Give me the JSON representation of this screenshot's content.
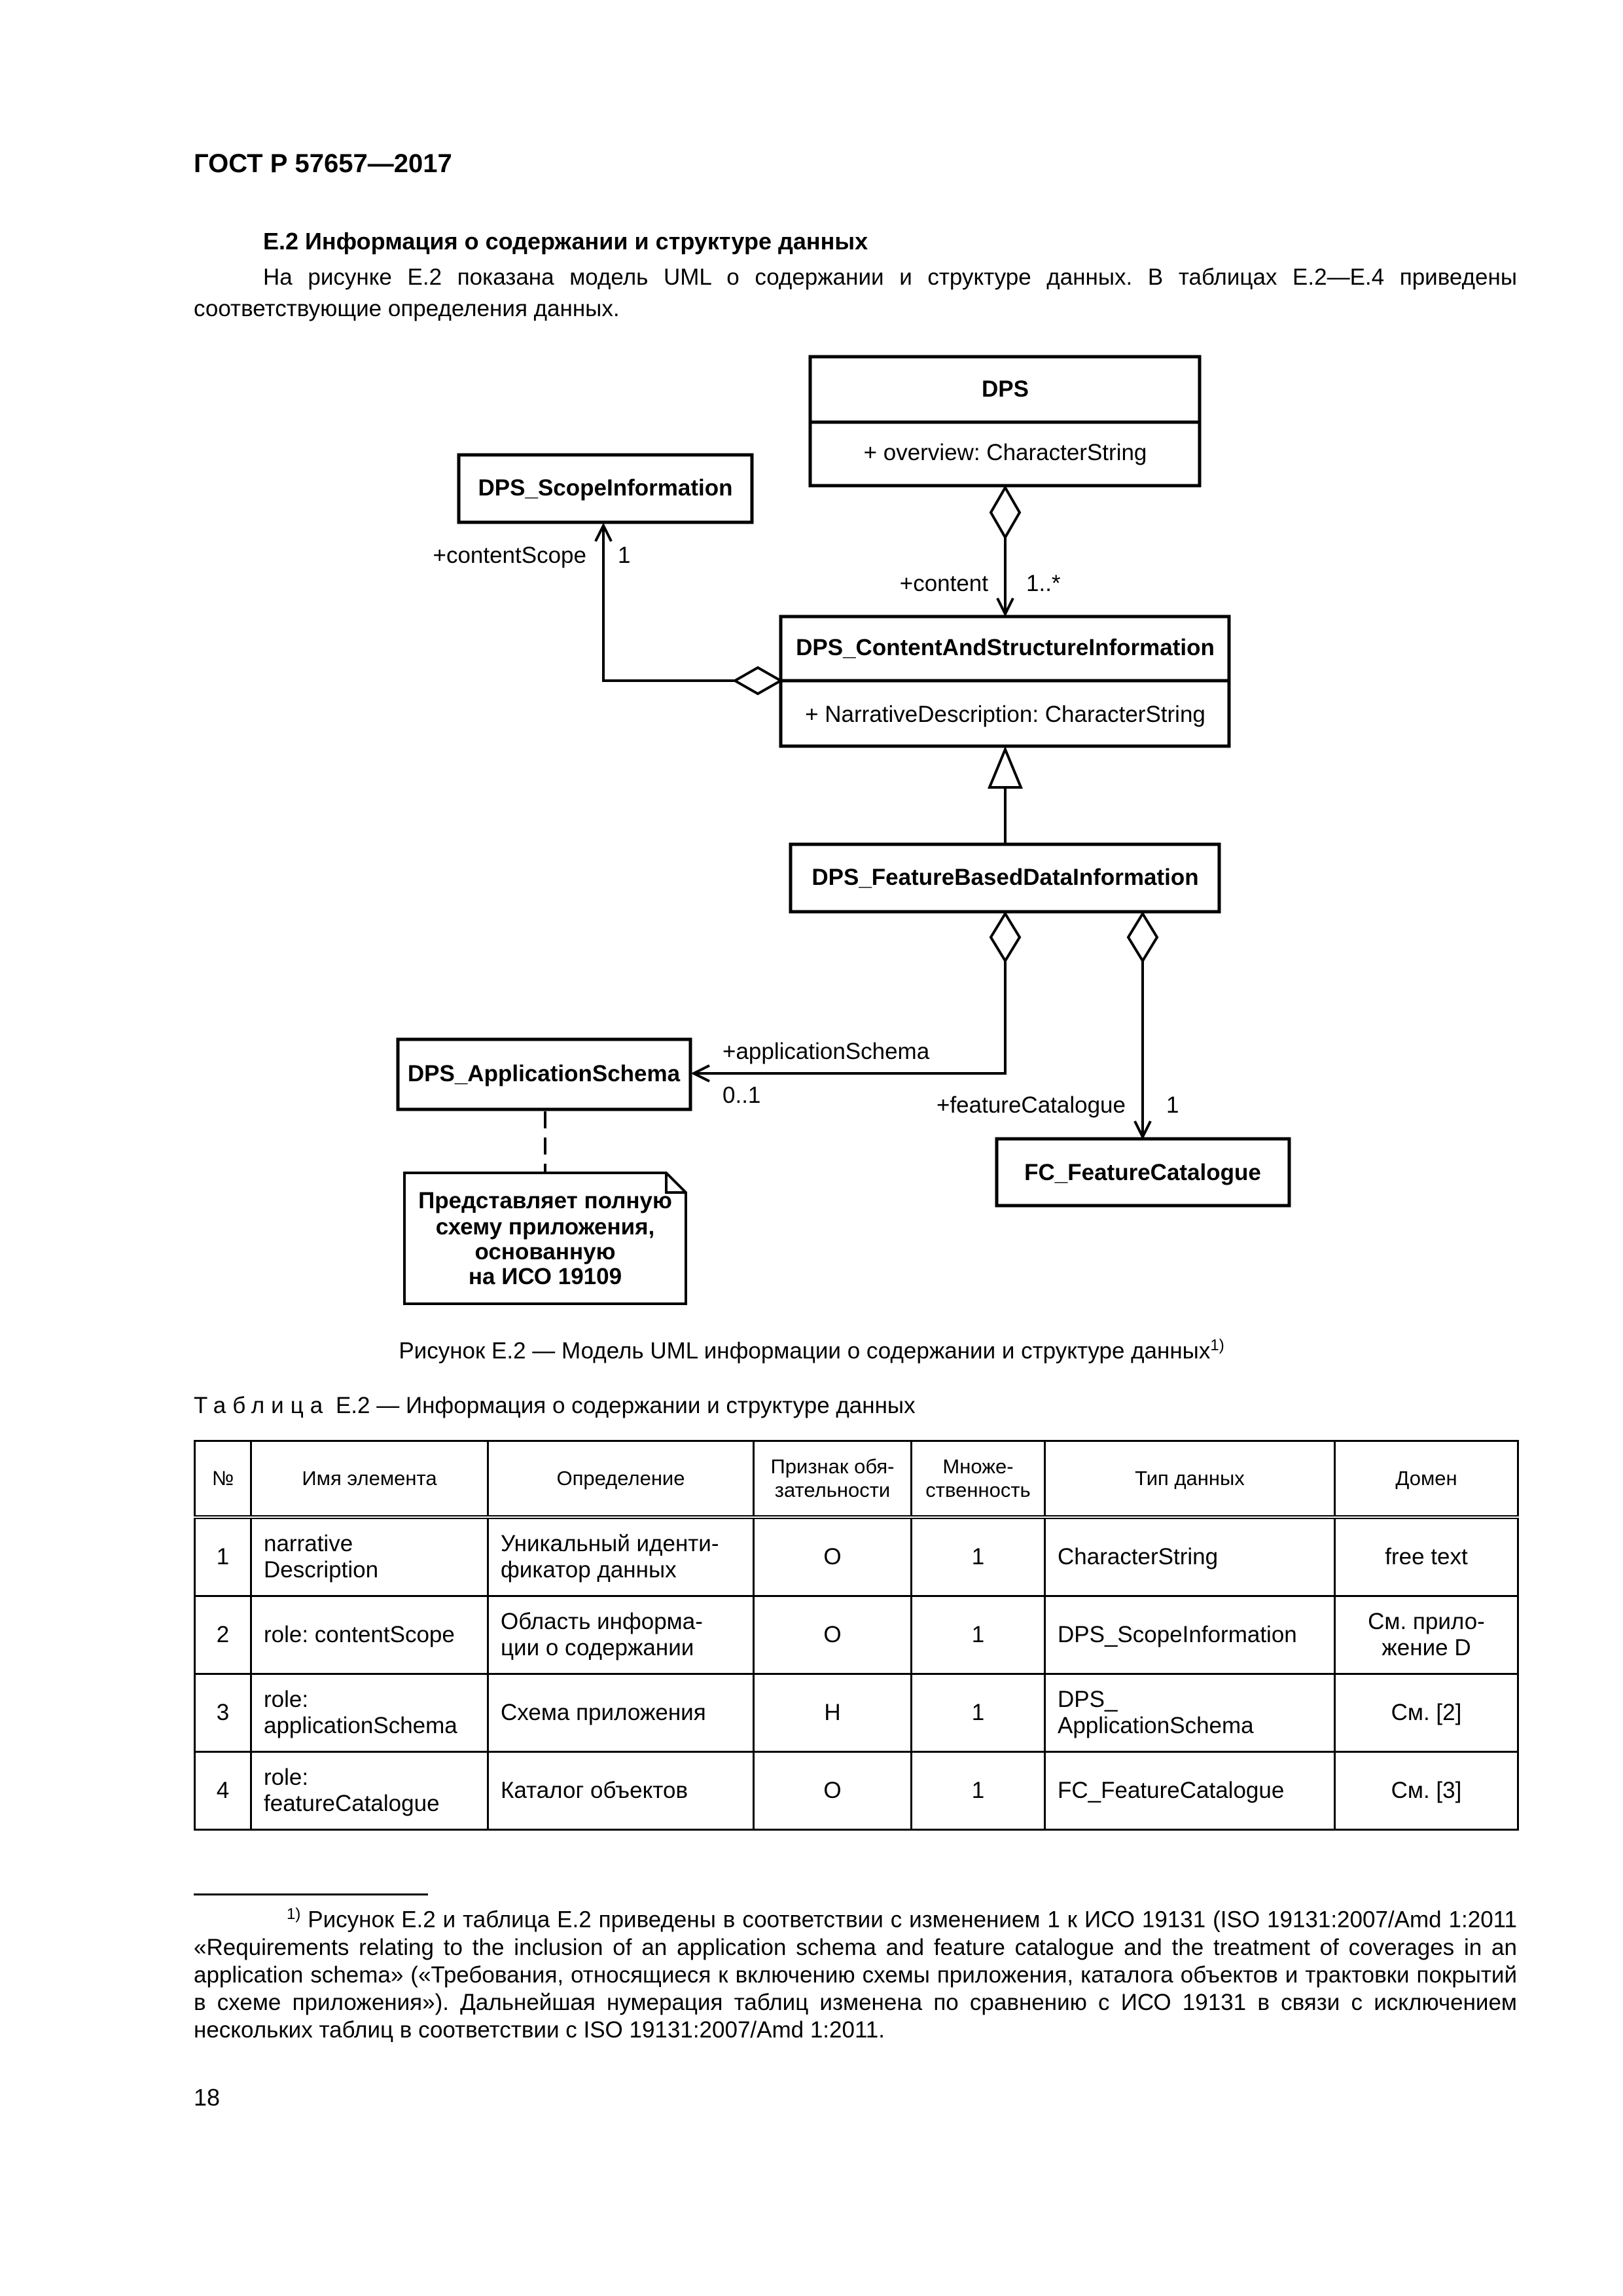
{
  "header": {
    "doc_id": "ГОСТ Р 57657—2017"
  },
  "section": {
    "heading": "Е.2 Информация о содержании и структуре данных",
    "intro": "На рисунке Е.2 показана модель UML о содержании и структуре данных. В таблицах Е.2—Е.4 приведены соответствующие определения данных."
  },
  "diagram": {
    "classes": {
      "dps": {
        "name": "DPS",
        "attribute": "+ overview: CharacterString"
      },
      "scope_info": {
        "name": "DPS_ScopeInformation"
      },
      "content_structure": {
        "name": "DPS_ContentAndStructureInformation",
        "attribute": "+ NarrativeDescription: CharacterString"
      },
      "feature_based": {
        "name": "DPS_FeatureBasedDataInformation"
      },
      "application_schema": {
        "name": "DPS_ApplicationSchema"
      },
      "feature_catalogue": {
        "name": "FC_FeatureCatalogue"
      }
    },
    "roles": {
      "content_scope": "+contentScope",
      "content_scope_mult": "1",
      "content": "+content",
      "content_mult": "1..*",
      "application_schema": "+applicationSchema",
      "application_schema_mult": "0..1",
      "feature_catalogue": "+featureCatalogue",
      "feature_catalogue_mult": "1"
    },
    "note": {
      "line1": "Представляет полную",
      "line2": "схему приложения,",
      "line3": "основанную",
      "line4": "на ИСО 19109"
    }
  },
  "figure": {
    "caption": "Рисунок Е.2 — Модель UML информации о содержании и структуре данных",
    "caption_footnote_mark": "1)"
  },
  "table": {
    "label": "Таблица",
    "title": " Е.2 — Информация о содержании и структуре данных",
    "headers": {
      "num": "№",
      "name": "Имя элемента",
      "definition": "Определение",
      "obligation_1": "Признак обя-",
      "obligation_2": "зательности",
      "multiplicity_1": "Множе-",
      "multiplicity_2": "ственность",
      "datatype": "Тип данных",
      "domain": "Домен"
    },
    "rows": [
      {
        "num": "1",
        "name_1": "narrative",
        "name_2": "Description",
        "def_1": "Уникальный иденти-",
        "def_2": "фикатор данных",
        "obligation": "О",
        "multiplicity": "1",
        "type_1": "CharacterString",
        "type_2": "",
        "domain_1": "free text",
        "domain_2": ""
      },
      {
        "num": "2",
        "name_1": "role: contentScope",
        "name_2": "",
        "def_1": "Область информа-",
        "def_2": "ции о содержании",
        "obligation": "О",
        "multiplicity": "1",
        "type_1": "DPS_ScopeInformation",
        "type_2": "",
        "domain_1": "См. прило-",
        "domain_2": "жение D"
      },
      {
        "num": "3",
        "name_1": "role:",
        "name_2": "applicationSchema",
        "def_1": "Схема приложения",
        "def_2": "",
        "obligation": "Н",
        "multiplicity": "1",
        "type_1": "DPS_",
        "type_2": "ApplicationSchema",
        "domain_1": "См. [2]",
        "domain_2": ""
      },
      {
        "num": "4",
        "name_1": "role:",
        "name_2": "featureCatalogue",
        "def_1": "Каталог объектов",
        "def_2": "",
        "obligation": "О",
        "multiplicity": "1",
        "type_1": "FC_FeatureCatalogue",
        "type_2": "",
        "domain_1": "См. [3]",
        "domain_2": ""
      }
    ]
  },
  "footnote": {
    "mark": "1)",
    "text": " Рисунок Е.2 и таблица Е.2 приведены в соответствии с изменением 1 к ИСО 19131 (ISO 19131:2007/Amd 1:2011 «Requirements relating to the inclusion of an application schema and feature catalogue and the treatment of coverages in an application schema» («Требования, относящиеся к включению схемы приложения, каталога объектов и трактовки покрытий в схеме приложения»). Дальнейшая нумерация таблиц изменена по сравнению с ИСО 19131 в связи с исключением нескольких таблиц в соответствии с ISO 19131:2007/Amd 1:2011."
  },
  "page": {
    "number": "18"
  }
}
